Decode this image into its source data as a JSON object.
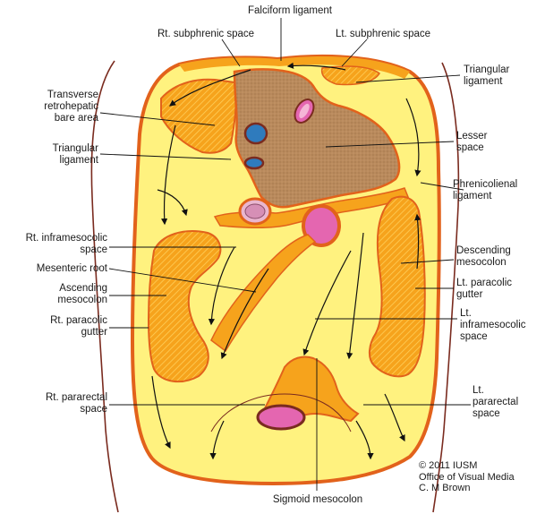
{
  "colors": {
    "outline": "#e2621b",
    "fat": "#f6a31c",
    "fat_stripe": "#ffd36a",
    "peritoneal_space": "#fff27f",
    "bare_area": "#b98a5c",
    "kidney": "#2f7bbd",
    "bowel_pink": "#e466b0",
    "body_wall": "#7a2b1f"
  },
  "labels": {
    "falciform": "Falciform ligament",
    "rt_subphrenic": "Rt. subphrenic space",
    "lt_subphrenic": "Lt. subphrenic space",
    "triangular_right": [
      "Triangular",
      "ligament"
    ],
    "transverse": [
      "Transverse",
      "retrohepatic",
      "bare area"
    ],
    "triangular_left": [
      "Triangular",
      "ligament"
    ],
    "lesser": [
      "Lesser",
      "space"
    ],
    "phrenicolienal": [
      "Phrenicolienal",
      "ligament"
    ],
    "rt_inframesocolic": [
      "Rt. inframesocolic",
      "space"
    ],
    "descending": [
      "Descending",
      "mesocolon"
    ],
    "mesenteric": "Mesenteric root",
    "ascending": [
      "Ascending",
      "mesocolon"
    ],
    "lt_paracolic": [
      "Lt. paracolic",
      "gutter"
    ],
    "rt_paracolic": [
      "Rt. paracolic",
      "gutter"
    ],
    "lt_inframesocolic": [
      "Lt.",
      "inframesocolic",
      "space"
    ],
    "rt_pararectal": [
      "Rt. pararectal",
      "space"
    ],
    "lt_pararectal": [
      "Lt.",
      "pararectal",
      "space"
    ],
    "sigmoid": "Sigmoid mesocolon"
  },
  "credit": [
    "© 2011 IUSM",
    "Office of Visual Media",
    "C. M Brown"
  ]
}
